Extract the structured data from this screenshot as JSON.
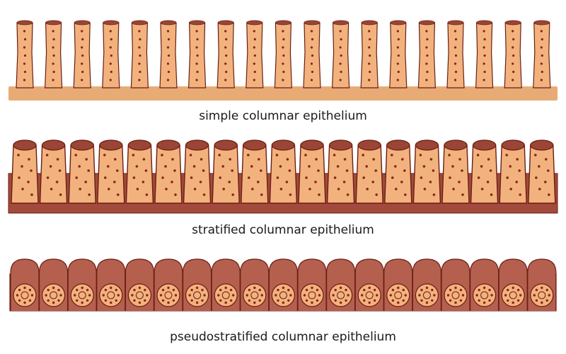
{
  "diagrams": [
    {
      "id": "simple",
      "caption": "simple columnar epithelium",
      "cell_count": 19,
      "nuclei_per_cell": 7
    },
    {
      "id": "stratified",
      "caption": "stratified columnar epithelium",
      "cell_count": 19,
      "nuclei_per_cell": 8
    },
    {
      "id": "pseudo",
      "caption": "pseudostratified columnar epithelium",
      "cell_count": 19,
      "ring_dots": 8
    }
  ],
  "colors": {
    "cell_fill": "#f2b27e",
    "cell_outline": "#6b1e12",
    "nucleus": "#8c2418",
    "base_light": "#e9ab76",
    "base_dark": "#a24a3c",
    "cap": "#9a4535",
    "dome": "#b5604f",
    "caption_text": "#1a1a1a"
  }
}
